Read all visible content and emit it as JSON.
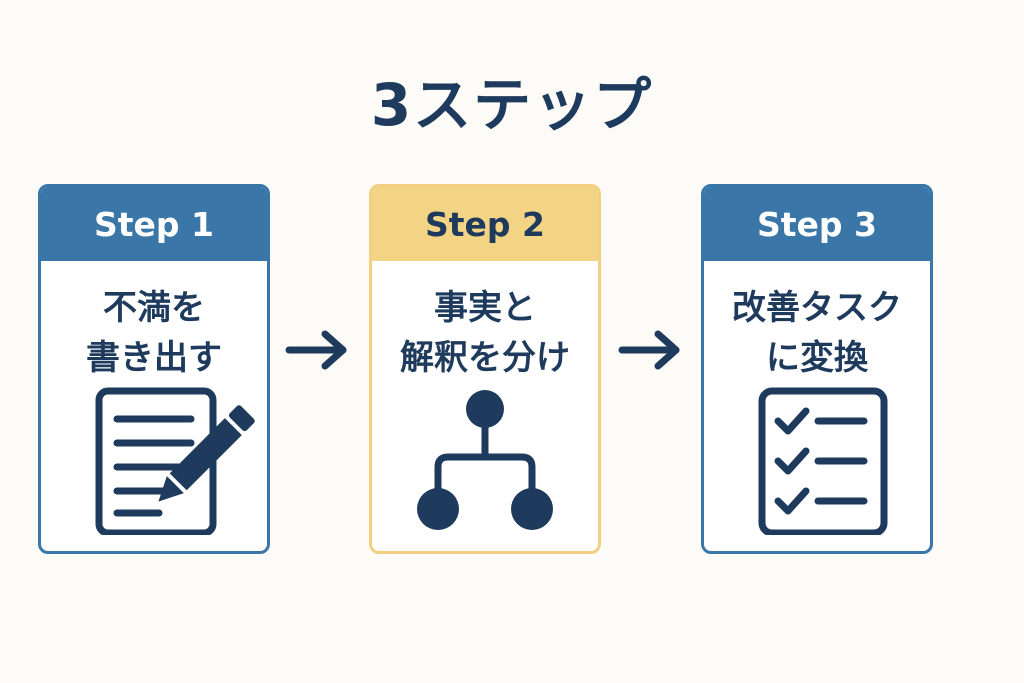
{
  "title": "3ステップ",
  "steps": [
    {
      "label": "Step 1",
      "line1": "不満を",
      "line2": "書き出す",
      "icon": "document-pencil-icon",
      "color": "#3a77a8"
    },
    {
      "label": "Step 2",
      "line1": "事実と",
      "line2": "解釈を分け",
      "icon": "hierarchy-icon",
      "color": "#f2d484"
    },
    {
      "label": "Step 3",
      "line1": "改善タスク",
      "line2": "に変換",
      "icon": "checklist-icon",
      "color": "#3a77a8"
    }
  ],
  "colors": {
    "navy": "#1e3a5c",
    "blue": "#3a77a8",
    "yellow": "#f2d484",
    "background": "#fcfbf7"
  }
}
